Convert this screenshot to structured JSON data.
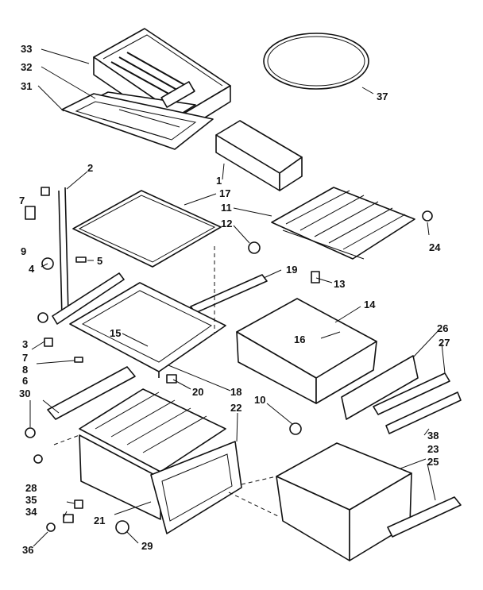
{
  "callouts": {
    "p1": "1",
    "p2": "2",
    "p3": "3",
    "p4": "4",
    "p5": "5",
    "p6": "6",
    "p7a": "7",
    "p7b": "7",
    "p8": "8",
    "p9": "9",
    "p10": "10",
    "p11": "11",
    "p12": "12",
    "p13": "13",
    "p14": "14",
    "p15": "15",
    "p16": "16",
    "p17": "17",
    "p18": "18",
    "p19": "19",
    "p20": "20",
    "p21": "21",
    "p22": "22",
    "p23": "23",
    "p24": "24",
    "p25": "25",
    "p26": "26",
    "p27": "27",
    "p28": "28",
    "p29": "29",
    "p30": "30",
    "p31": "31",
    "p32": "32",
    "p33": "33",
    "p34": "34",
    "p35": "35",
    "p36": "36",
    "p37": "37",
    "p38": "38"
  }
}
